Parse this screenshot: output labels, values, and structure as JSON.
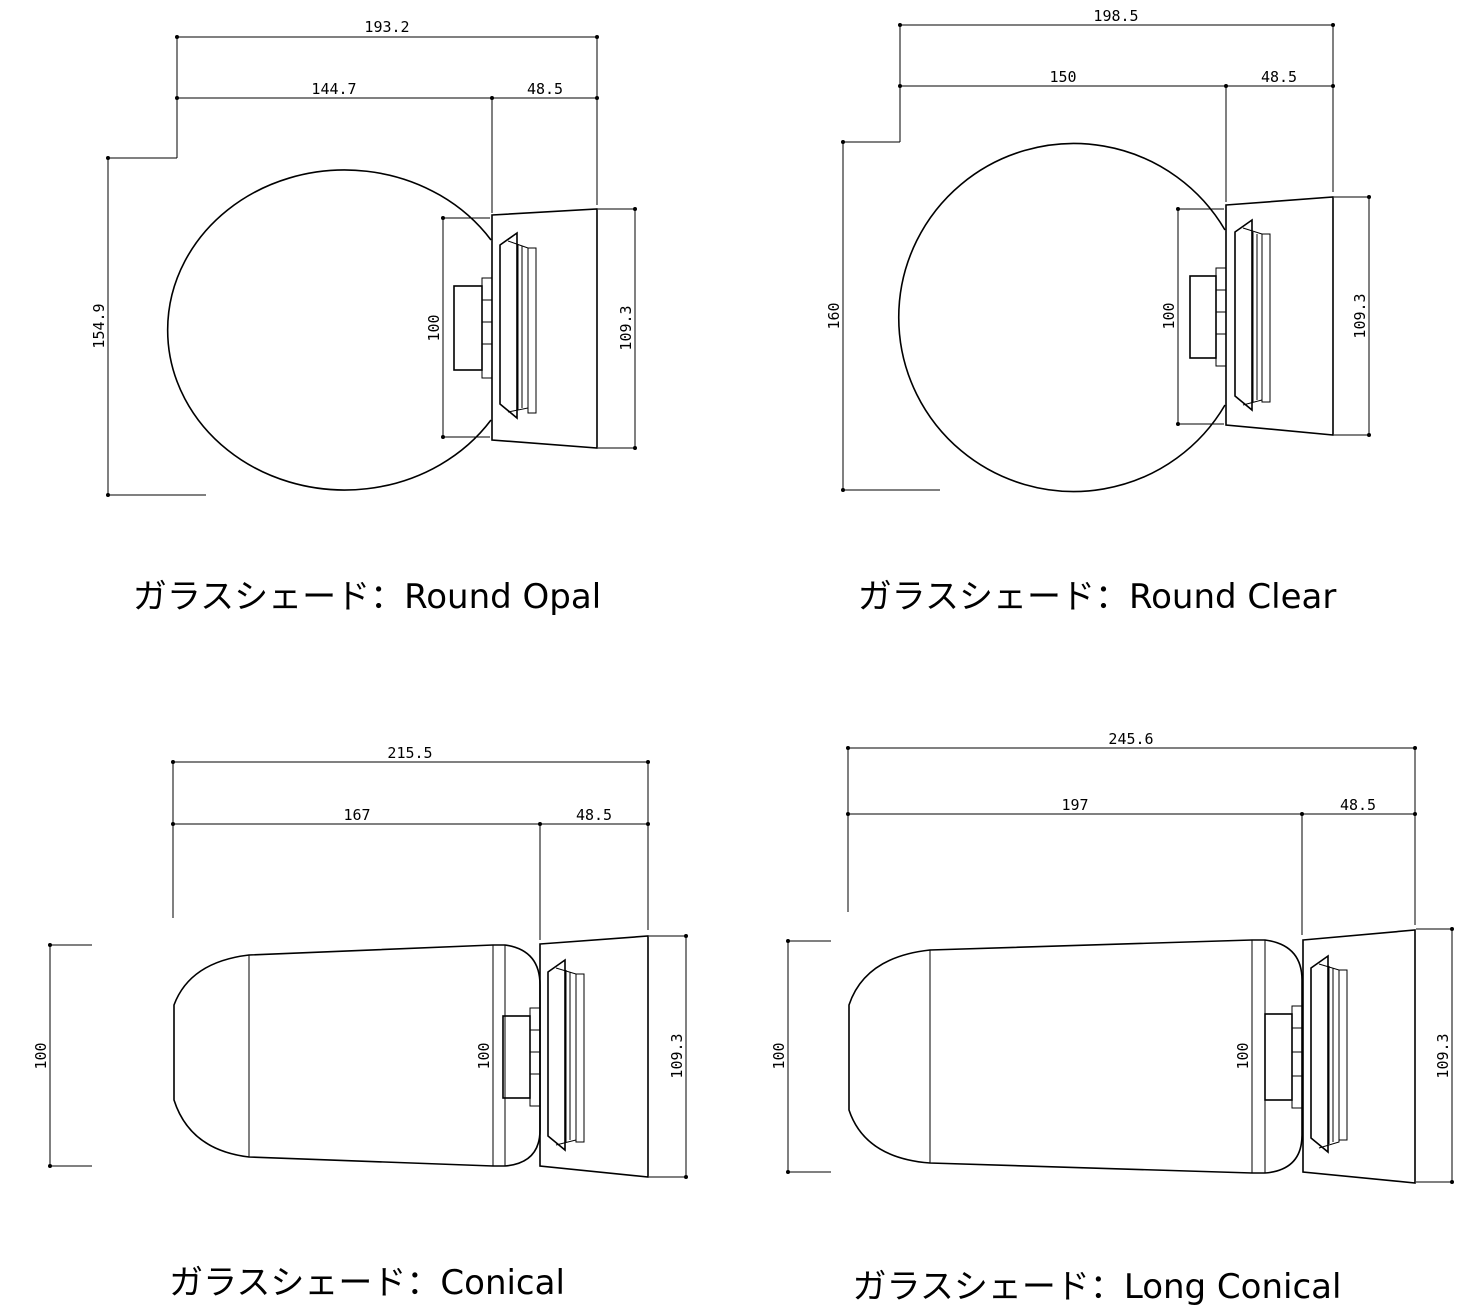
{
  "drawings": [
    {
      "caption": "ガラスシェード：Round Opal",
      "dims": {
        "total": "193.2",
        "shade": "144.7",
        "base": "48.5",
        "height": "154.9",
        "neck": "100",
        "base_height": "109.3"
      }
    },
    {
      "caption": "ガラスシェード：Round Clear",
      "dims": {
        "total": "198.5",
        "shade": "150",
        "base": "48.5",
        "height": "160",
        "neck": "100",
        "base_height": "109.3"
      }
    },
    {
      "caption": "ガラスシェード：Conical",
      "dims": {
        "total": "215.5",
        "shade": "167",
        "base": "48.5",
        "height": "100",
        "neck": "100",
        "base_height": "109.3"
      }
    },
    {
      "caption": "ガラスシェード：Long Conical",
      "dims": {
        "total": "245.6",
        "shade": "197",
        "base": "48.5",
        "height": "100",
        "neck": "100",
        "base_height": "109.3"
      }
    }
  ]
}
